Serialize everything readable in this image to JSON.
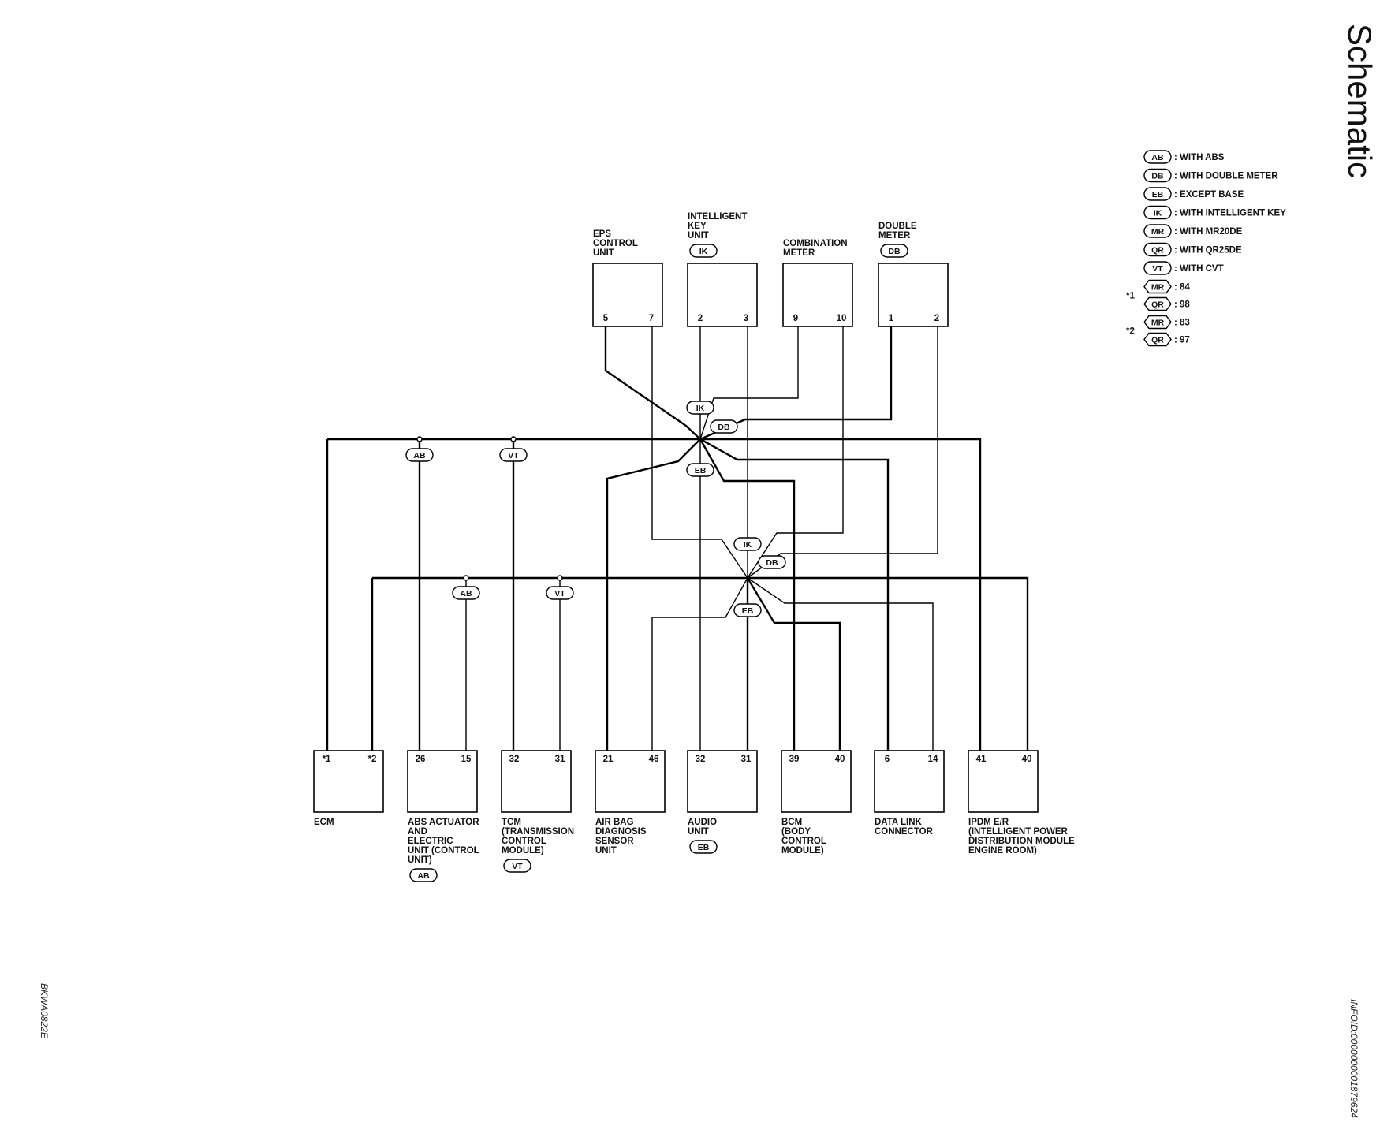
{
  "title": "Schematic",
  "footer_left": "BKWA0822E",
  "footer_right": "INFOID:0000000001879624",
  "legend": [
    {
      "code": "AB",
      "text": ": WITH ABS"
    },
    {
      "code": "DB",
      "text": ": WITH DOUBLE METER"
    },
    {
      "code": "EB",
      "text": ": EXCEPT BASE"
    },
    {
      "code": "IK",
      "text": ": WITH INTELLIGENT KEY"
    },
    {
      "code": "MR",
      "text": ": WITH MR20DE"
    },
    {
      "code": "QR",
      "text": ": WITH QR25DE"
    },
    {
      "code": "VT",
      "text": ": WITH CVT"
    }
  ],
  "footnotes": [
    {
      "mark": "*1",
      "rows": [
        {
          "code": "MR",
          "text": ": 84"
        },
        {
          "code": "QR",
          "text": ": 98"
        }
      ]
    },
    {
      "mark": "*2",
      "rows": [
        {
          "code": "MR",
          "text": ": 83"
        },
        {
          "code": "QR",
          "text": ": 97"
        }
      ]
    }
  ],
  "top_units": [
    {
      "id": "eps",
      "label_lines": [
        "EPS",
        "CONTROL",
        "UNIT"
      ],
      "tag": "",
      "pins": [
        "5",
        "7"
      ]
    },
    {
      "id": "ikey",
      "label_lines": [
        "INTELLIGENT",
        "KEY",
        "UNIT"
      ],
      "tag": "IK",
      "pins": [
        "2",
        "3"
      ]
    },
    {
      "id": "combo",
      "label_lines": [
        "COMBINATION",
        "METER"
      ],
      "tag": "",
      "pins": [
        "9",
        "10"
      ]
    },
    {
      "id": "dmeter",
      "label_lines": [
        "DOUBLE",
        "METER"
      ],
      "tag": "DB",
      "pins": [
        "1",
        "2"
      ]
    }
  ],
  "bottom_units": [
    {
      "id": "ecm",
      "label_lines": [
        "ECM"
      ],
      "tag": "",
      "pins": [
        "*1",
        "*2"
      ]
    },
    {
      "id": "abs",
      "label_lines": [
        "ABS ACTUATOR",
        "AND",
        "ELECTRIC",
        "UNIT (CONTROL",
        "UNIT)"
      ],
      "tag": "AB",
      "pins": [
        "26",
        "15"
      ]
    },
    {
      "id": "tcm",
      "label_lines": [
        "TCM",
        "(TRANSMISSION",
        "CONTROL",
        "MODULE)"
      ],
      "tag": "VT",
      "pins": [
        "32",
        "31"
      ]
    },
    {
      "id": "airbag",
      "label_lines": [
        "AIR BAG",
        "DIAGNOSIS",
        "SENSOR",
        "UNIT"
      ],
      "tag": "",
      "pins": [
        "21",
        "46"
      ]
    },
    {
      "id": "audio",
      "label_lines": [
        "AUDIO",
        "UNIT"
      ],
      "tag": "EB",
      "pins": [
        "32",
        "31"
      ]
    },
    {
      "id": "bcm",
      "label_lines": [
        "BCM",
        "(BODY",
        "CONTROL",
        "MODULE)"
      ],
      "tag": "",
      "pins": [
        "39",
        "40"
      ]
    },
    {
      "id": "dlc",
      "label_lines": [
        "DATA LINK",
        "CONNECTOR"
      ],
      "tag": "",
      "pins": [
        "6",
        "14"
      ]
    },
    {
      "id": "ipdm",
      "label_lines": [
        "IPDM E/R",
        "(INTELLIGENT POWER",
        "DISTRIBUTION MODULE",
        "ENGINE ROOM)"
      ],
      "tag": "",
      "pins": [
        "41",
        "40"
      ]
    }
  ],
  "wire_tags": {
    "upper_ab": "AB",
    "upper_vt": "VT",
    "lower_ab": "AB",
    "lower_vt": "VT",
    "upper_ik": "IK",
    "upper_db": "DB",
    "upper_eb": "EB",
    "lower_ik": "IK",
    "lower_db": "DB",
    "lower_eb": "EB"
  }
}
